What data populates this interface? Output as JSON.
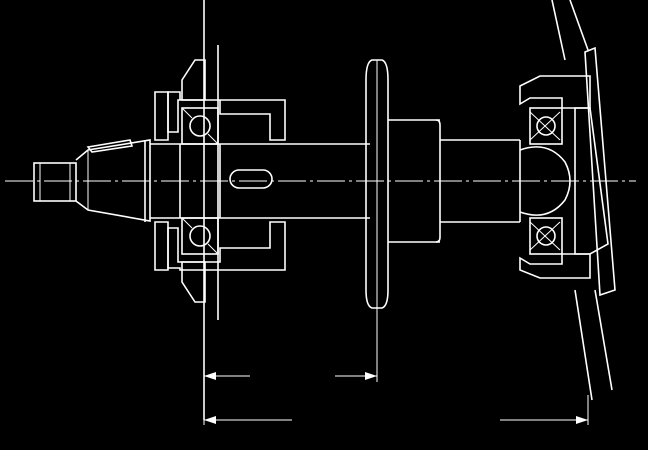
{
  "drawing": {
    "kind": "mechanical cross-section",
    "background_color": "#000000",
    "line_color": "#ffffff",
    "bearings": 4,
    "dimension_lines": 2,
    "text_labels": []
  }
}
